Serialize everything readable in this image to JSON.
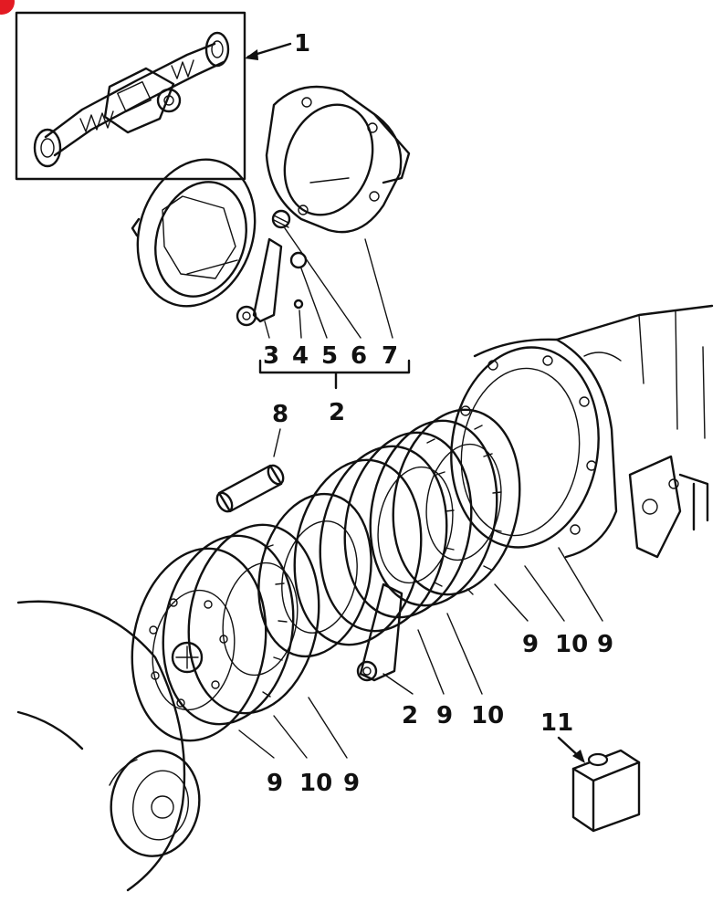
{
  "callouts": {
    "c1": "1",
    "c3": "3",
    "c4": "4",
    "c5": "5",
    "c6": "6",
    "c7": "7",
    "c2top": "2",
    "c8": "8",
    "c9a": "9",
    "c10a": "10",
    "c9b": "9",
    "c2mid": "2",
    "c9c": "9",
    "c10c": "10",
    "c11": "11",
    "c9d": "9",
    "c10d": "10",
    "c9e": "9"
  },
  "colors": {
    "line": "#111111",
    "badge": "#e31b23",
    "paper": "#ffffff"
  }
}
